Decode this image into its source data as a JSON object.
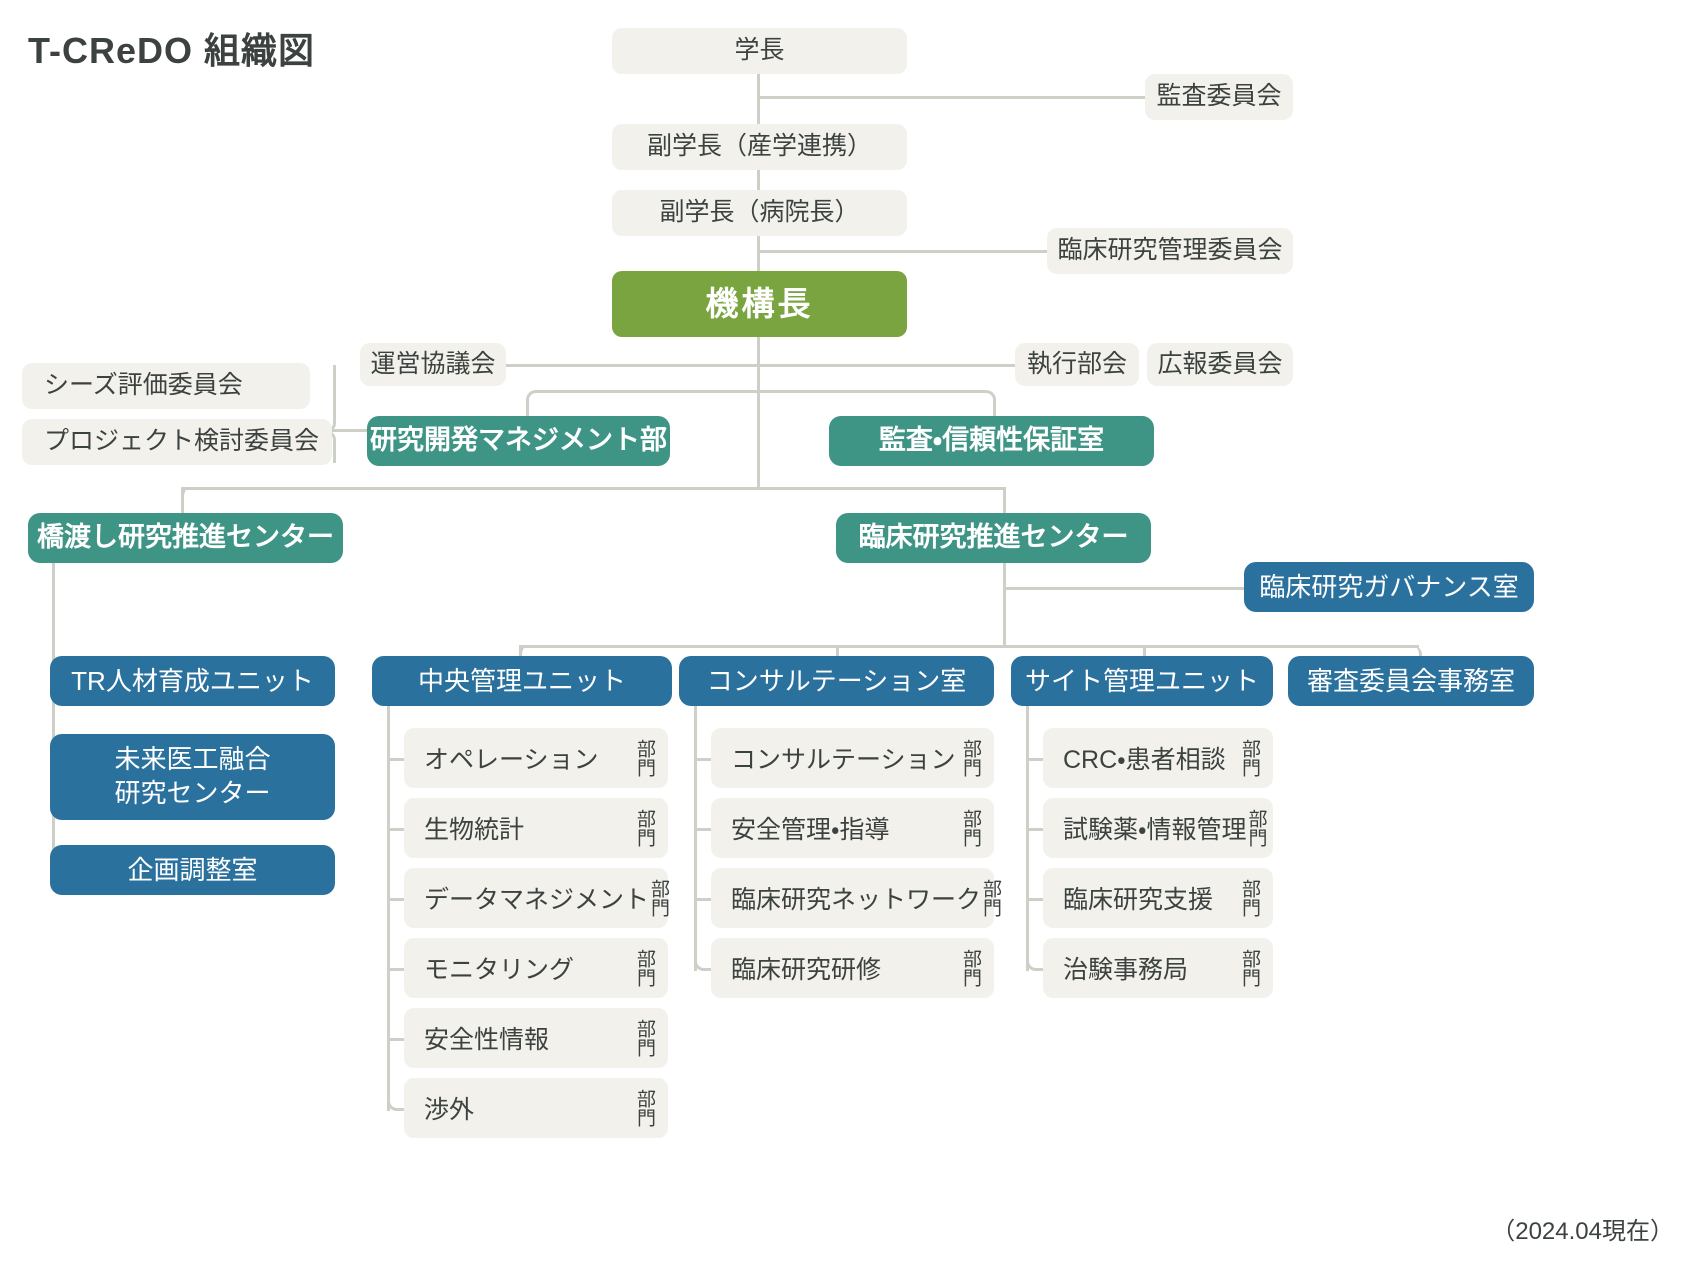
{
  "page": {
    "title": "T-CReDO 組織図",
    "as_of": "（2024.04現在）"
  },
  "colors": {
    "grey_box": "#f2f1ec",
    "green_box": "#7aa43f",
    "teal_box": "#3e9485",
    "blue_box": "#2b719e",
    "line": "#cdd0c6",
    "text": "#3c423f",
    "text_on_dark": "#ffffff",
    "background": "#ffffff"
  },
  "top_chain": [
    {
      "label": "学長"
    },
    {
      "label": "副学長（産学連携）"
    },
    {
      "label": "副学長（病院長）"
    }
  ],
  "side_committees": [
    {
      "label": "監査委員会"
    },
    {
      "label": "臨床研究管理委員会"
    }
  ],
  "director": {
    "label": "機構長"
  },
  "council_row": [
    {
      "label": "運営協議会"
    },
    {
      "label": "執行部会"
    },
    {
      "label": "広報委員会"
    }
  ],
  "left_committees": [
    {
      "label": "シーズ評価委員会"
    },
    {
      "label": "プロジェクト検討委員会"
    }
  ],
  "departments_row": [
    {
      "label": "研究開発マネジメント部"
    },
    {
      "label": "監査・信頼性保証室"
    }
  ],
  "centers": [
    {
      "label": "橋渡し研究推進センター"
    },
    {
      "label": "臨床研究推進センター"
    }
  ],
  "governance_office": {
    "label": "臨床研究ガバナンス室"
  },
  "bridging_children": [
    {
      "label": "TR人材育成ユニット",
      "lines": [
        "TR人材育成ユニット"
      ]
    },
    {
      "label": "未来医工融合研究センター",
      "lines": [
        "未来医工融合",
        "研究センター"
      ]
    },
    {
      "label": "企画調整室",
      "lines": [
        "企画調整室"
      ]
    }
  ],
  "units": [
    {
      "name": "中央管理ユニット",
      "suffix": "部門",
      "items": [
        {
          "label": "オペレーション"
        },
        {
          "label": "生物統計"
        },
        {
          "label": "データマネジメント"
        },
        {
          "label": "モニタリング"
        },
        {
          "label": "安全性情報"
        },
        {
          "label": "渉外"
        }
      ]
    },
    {
      "name": "コンサルテーション室",
      "suffix": "部門",
      "items": [
        {
          "label": "コンサルテーション"
        },
        {
          "label": "安全管理・指導"
        },
        {
          "label": "臨床研究ネットワーク"
        },
        {
          "label": "臨床研究研修"
        }
      ]
    },
    {
      "name": "サイト管理ユニット",
      "suffix": "部門",
      "items": [
        {
          "label": "CRC・患者相談"
        },
        {
          "label": "試験薬・情報管理"
        },
        {
          "label": "臨床研究支援"
        },
        {
          "label": "治験事務局"
        }
      ]
    },
    {
      "name": "審査委員会事務室",
      "suffix": "",
      "items": []
    }
  ]
}
